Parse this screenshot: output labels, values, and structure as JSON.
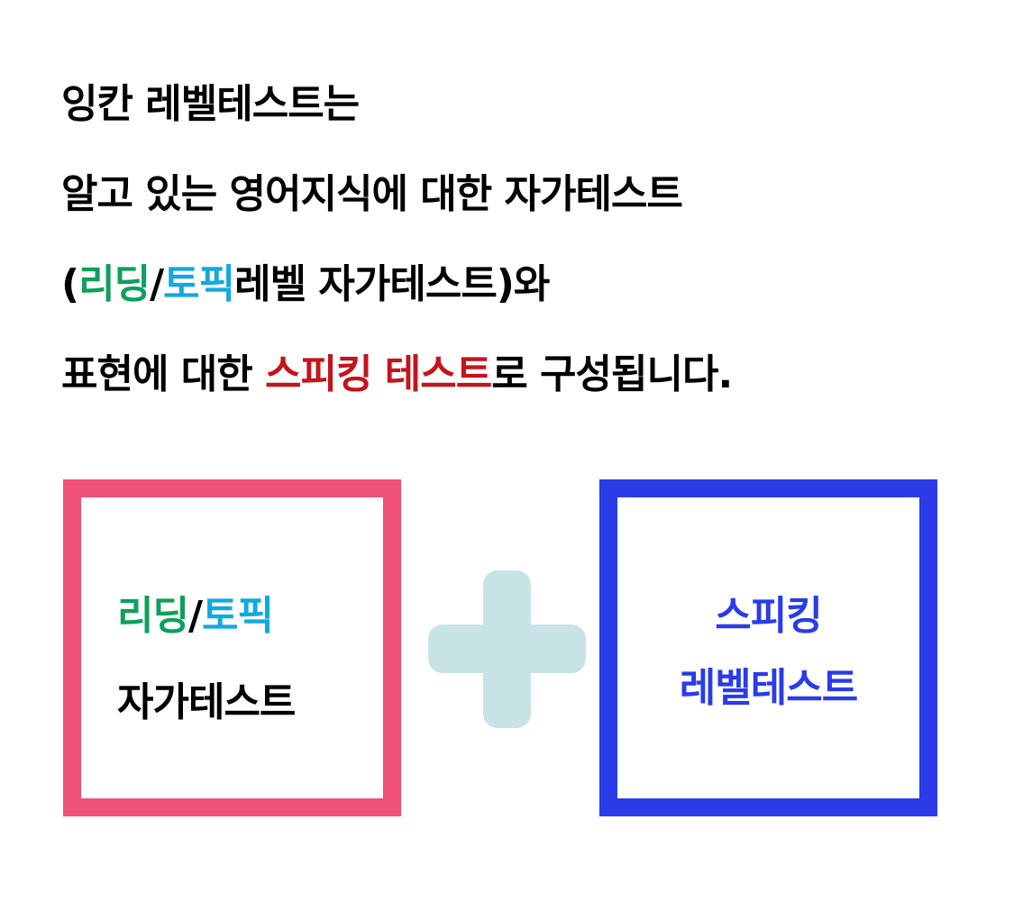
{
  "intro": {
    "line1": "잉칸 레벨테스트는",
    "line2": "알고 있는 영어지식에 대한 자가테스트",
    "line3": {
      "open_paren": "(",
      "reading": "리딩",
      "slash": "/",
      "topic": "토픽",
      "rest": "레벨 자가테스트)와"
    },
    "line4": {
      "prefix": "표현에 대한 ",
      "highlight": "스피킹 테스트",
      "suffix": "로 구성됩니다."
    }
  },
  "left_box": {
    "reading": "리딩",
    "slash": "/",
    "topic": "토픽",
    "line2": "자가테스트"
  },
  "right_box": {
    "line1": "스피킹",
    "line2": "레벨테스트"
  },
  "colors": {
    "reading_green": "#0ea05a",
    "topic_cyan": "#12a9e0",
    "speaking_red": "#c4141c",
    "left_border_pink": "#ef5078",
    "right_border_blue": "#2a3ce8",
    "plus_light_teal": "#c8e3e6"
  },
  "icons": {
    "plus": "plus-icon"
  }
}
